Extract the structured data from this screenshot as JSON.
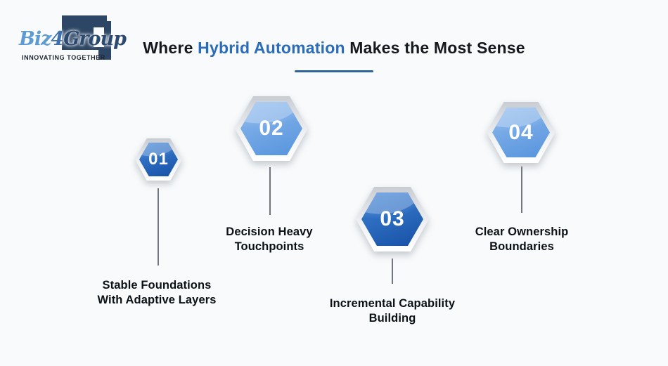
{
  "page": {
    "background": "#f8fafb"
  },
  "logo": {
    "brand_parts": {
      "biz": "Biz",
      "four": "4",
      "group": "Group"
    },
    "tagline": "INNOVATING TOGETHER",
    "colors": {
      "biz": "#5e9bd3",
      "four": "#3e6fae",
      "group": "#2c4a70",
      "bracket": "#2d4665",
      "tagline": "#1c2430"
    }
  },
  "title": {
    "prefix": "Where ",
    "highlight": "Hybrid Automation",
    "suffix": " Makes the Most Sense",
    "colors": {
      "text": "#15181c",
      "highlight": "#2b6cb8",
      "underline": "#2f6399"
    }
  },
  "steps": [
    {
      "number": "01",
      "label_line1": "Stable Foundations",
      "label_line2": "With Adaptive Layers",
      "theme": "dark",
      "size": "small"
    },
    {
      "number": "02",
      "label_line1": "Decision Heavy",
      "label_line2": "Touchpoints",
      "theme": "light",
      "size": "large"
    },
    {
      "number": "03",
      "label_line1": "Incremental Capability",
      "label_line2": "Building",
      "theme": "dark",
      "size": "large"
    },
    {
      "number": "04",
      "label_line1": "Clear Ownership",
      "label_line2": "Boundaries",
      "theme": "light",
      "size": "large"
    }
  ],
  "hex_colors": {
    "dark_top": "#3c80d4",
    "dark_bottom": "#1a55a8",
    "light_top": "#8ab7ec",
    "light_bottom": "#5b97de",
    "rim_top": "#c9cdd3",
    "rim_bottom": "#ffffff",
    "number_text": "#ffffff",
    "connector": "#72777e"
  }
}
